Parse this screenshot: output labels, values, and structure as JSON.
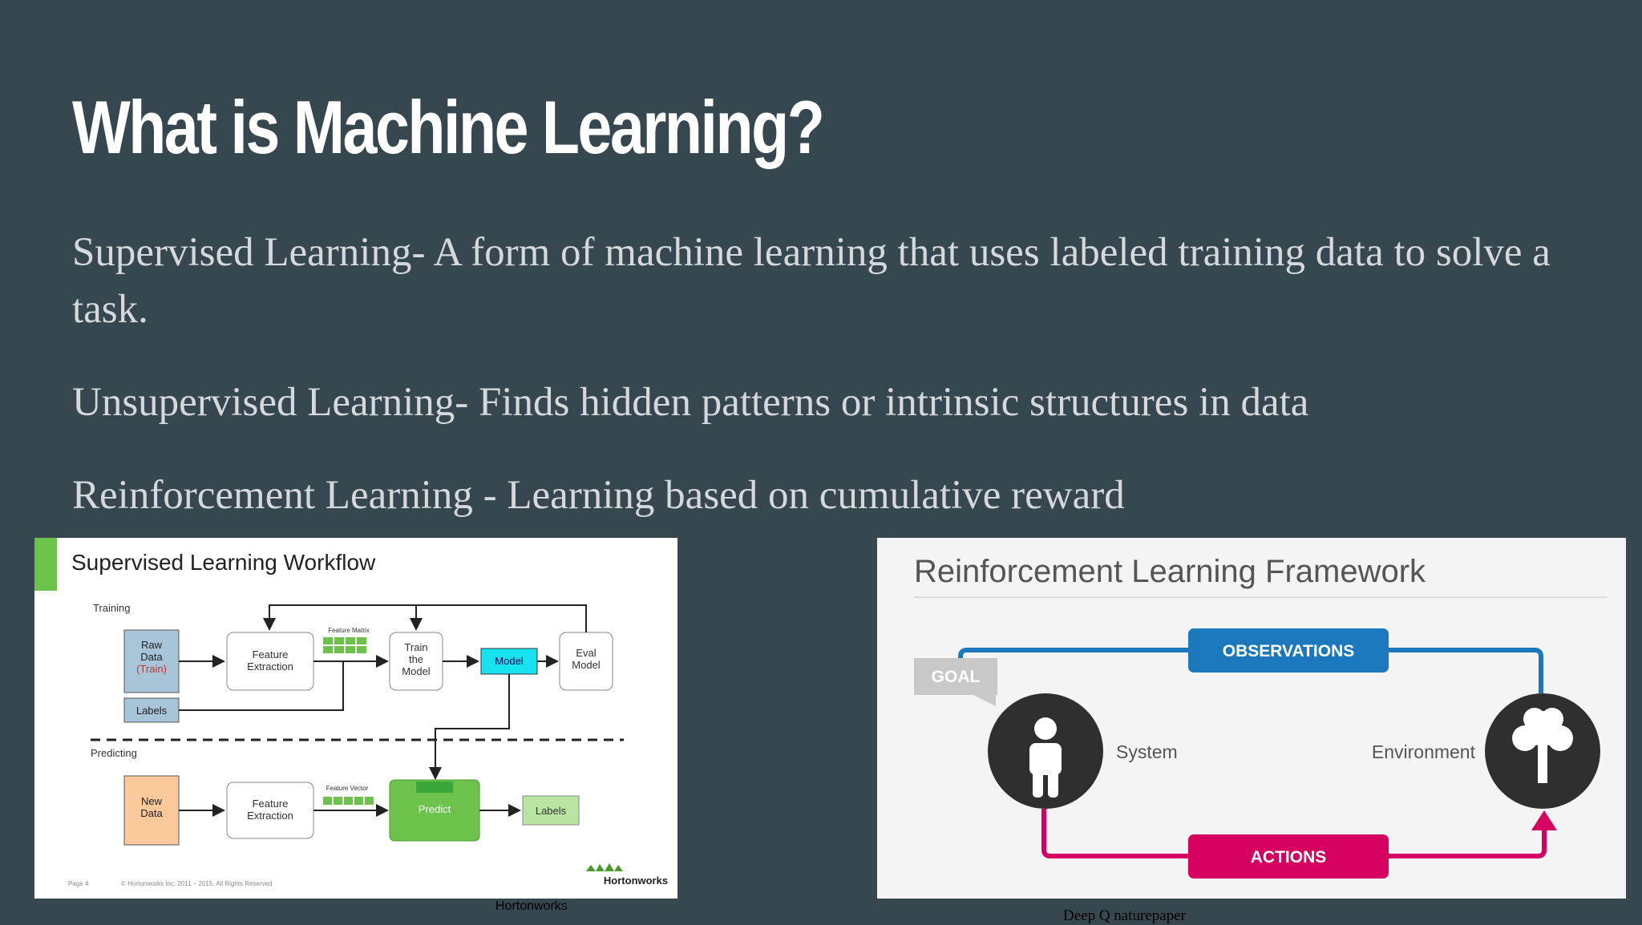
{
  "slide": {
    "title": "What is Machine Learning?",
    "bullets": [
      "Supervised Learning- A form of machine learning that uses labeled training data to solve a task.",
      "Unsupervised Learning- Finds hidden patterns or intrinsic structures in data",
      "Reinforcement Learning - Learning based on cumulative reward"
    ]
  },
  "supervised_figure": {
    "title": "Supervised Learning Workflow",
    "training_label": "Training",
    "predicting_label": "Predicting",
    "raw_data": [
      "Raw",
      "Data"
    ],
    "train_tag": "(Train)",
    "labels": "Labels",
    "feature_extraction": [
      "Feature",
      "Extraction"
    ],
    "feature_matrix": "Feature Matrix",
    "train_model": [
      "Train",
      "the",
      "Model"
    ],
    "model": "Model",
    "eval_model": [
      "Eval",
      "Model"
    ],
    "new_data": [
      "New",
      "Data"
    ],
    "feature_vector": "Feature Vector",
    "predict": "Predict",
    "output_labels": "Labels",
    "brand": "Hortonworks",
    "page_note": "Page 4",
    "copyright": "© Hortonworks Inc. 2011 – 2015. All Rights Reserved",
    "caption": "Hortonworks",
    "accent": "#6cc24a"
  },
  "rl_figure": {
    "title": "Reinforcement Learning Framework",
    "goal": "GOAL",
    "observations": "OBSERVATIONS",
    "actions": "ACTIONS",
    "system": "System",
    "environment": "Environment",
    "caption": "Deep Q naturepaper",
    "observation_color": "#1c78bd",
    "action_color": "#d5005f"
  }
}
